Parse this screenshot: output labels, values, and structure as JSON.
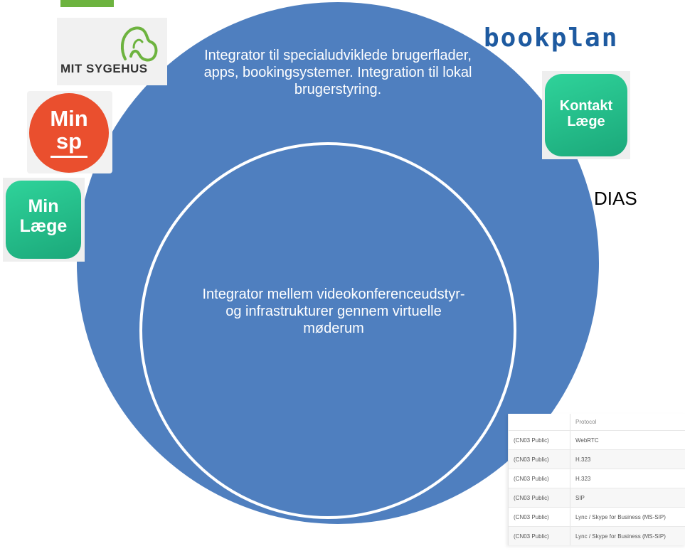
{
  "diagram": {
    "outer_text": "Integrator til specialudviklede brugerflader, apps, bookingsystemer. Integration til lokal brugerstyring.",
    "inner_text": "Integrator mellem videokonferenceudstyr- og infrastrukturer gennem virtuelle møderum"
  },
  "logos": {
    "mitsygehus_label": "MIT SYGEHUS",
    "minsp_line1": "Min",
    "minsp_line2": "sp",
    "minlaege_line1": "Min",
    "minlaege_line2": "Læge",
    "bookplan": "bookplan",
    "kontakt_line1": "Kontakt",
    "kontakt_line2": "Læge",
    "dias": "DIAS"
  },
  "colors": {
    "circle_fill": "#4f7fbf",
    "minsp_red": "#ea4f2e",
    "app_green": "#22be88",
    "bookplan_blue": "#1e5aa0",
    "mitsygehus_green": "#6db33f"
  },
  "protocol_table": {
    "header": "Protocol",
    "rows": [
      {
        "name": "(CN03 Public)",
        "protocol": "WebRTC"
      },
      {
        "name": "(CN03 Public)",
        "protocol": "H.323"
      },
      {
        "name": "(CN03 Public)",
        "protocol": "H.323"
      },
      {
        "name": "(CN03 Public)",
        "protocol": "SIP"
      },
      {
        "name": "(CN03 Public)",
        "protocol": "Lync / Skype for Business (MS-SIP)"
      },
      {
        "name": "(CN03 Public)",
        "protocol": "Lync / Skype for Business (MS-SIP)"
      }
    ]
  }
}
